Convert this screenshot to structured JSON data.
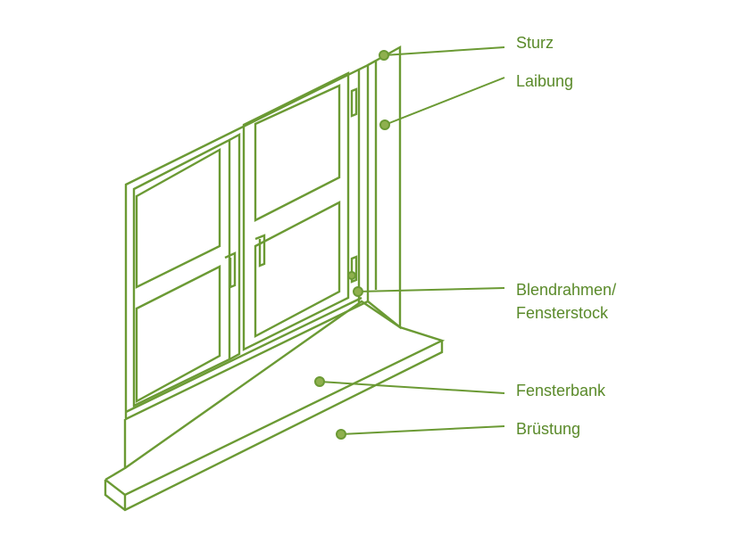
{
  "colors": {
    "stroke": "#6b9a34",
    "dot_fill": "#8fb04e",
    "text": "#5a8a2a"
  },
  "labels": {
    "sturz": "Sturz",
    "laibung": "Laibung",
    "blendrahmen_line1": "Blendrahmen/",
    "blendrahmen_line2": "Fensterstock",
    "fensterbank": "Fensterbank",
    "bruestung": "Brüstung"
  }
}
